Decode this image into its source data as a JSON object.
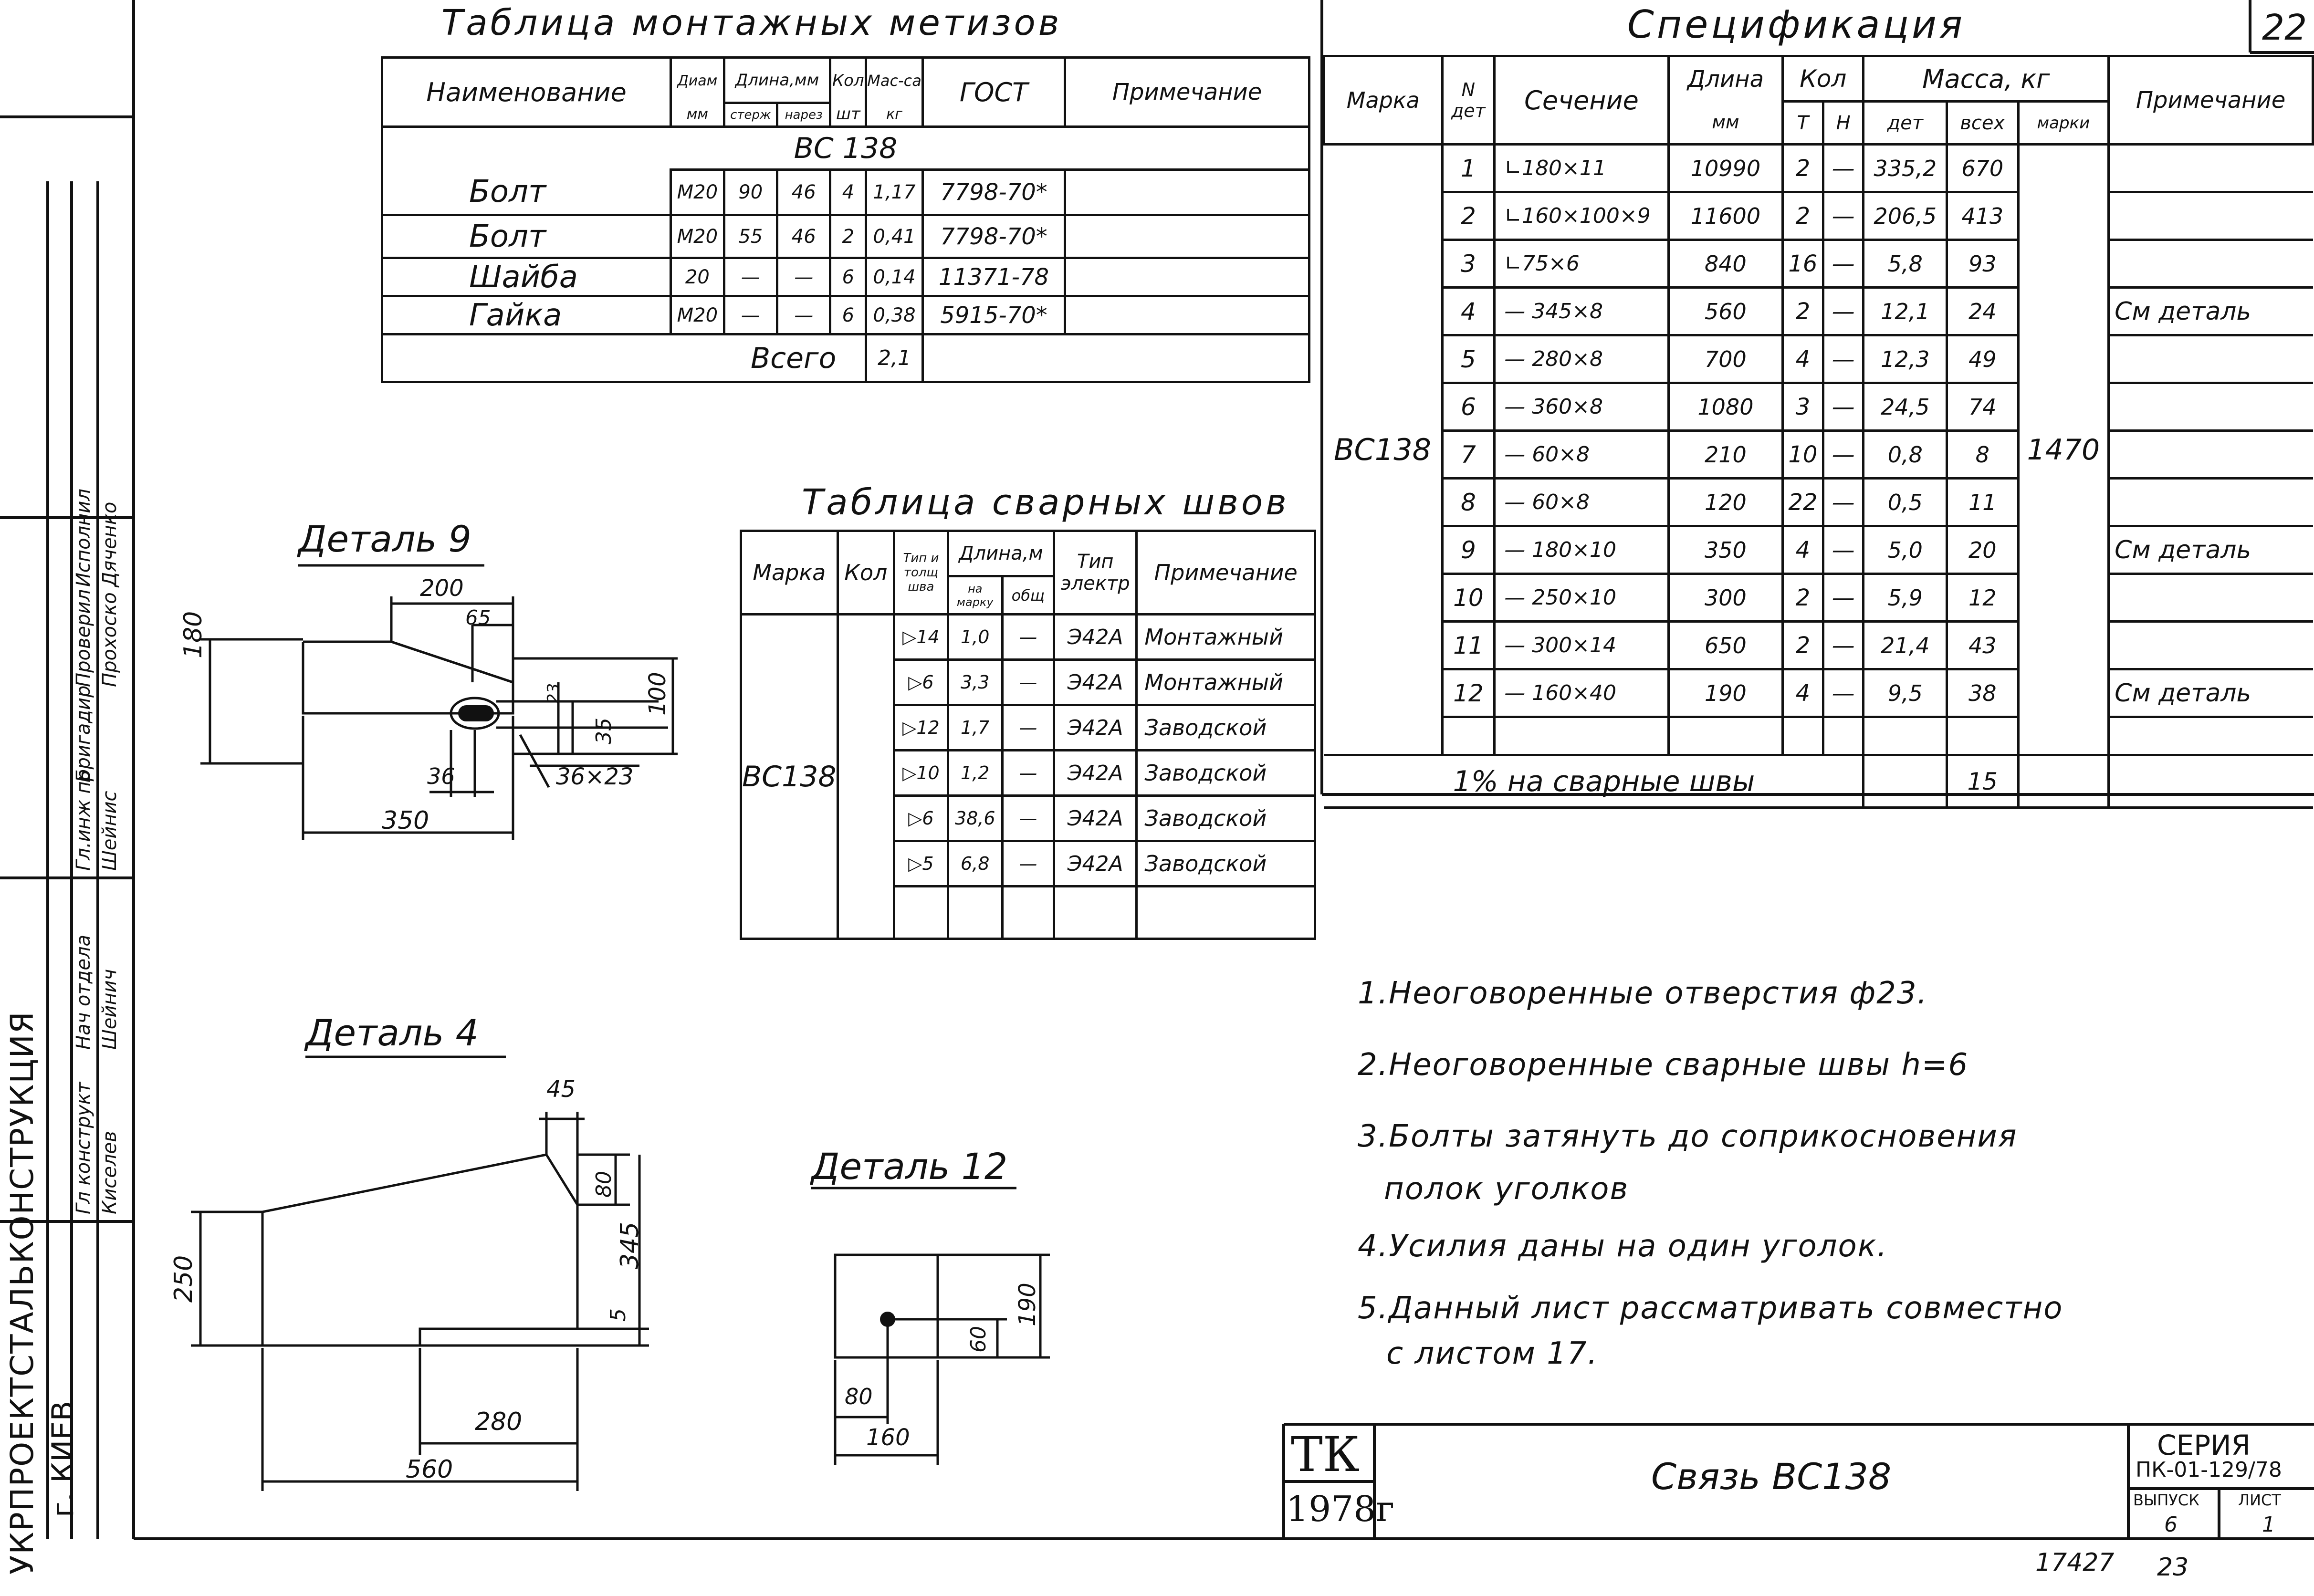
{
  "sheet_number": "22",
  "fasteners": {
    "title": "Таблица монтажных метизов",
    "headers": {
      "name": "Наименование",
      "diam": "Диам",
      "diam_unit": "мм",
      "length": "Длина,мм",
      "rod": "стерж",
      "thread": "нарез",
      "qty": "Кол",
      "qty_unit": "шт",
      "mass": "Мас-са",
      "mass_unit": "кг",
      "gost": "ГОСТ",
      "note": "Примечание"
    },
    "group": "ВС 138",
    "rows": [
      {
        "name": "Болт",
        "diam": "М20",
        "rod": "90",
        "thread": "46",
        "qty": "4",
        "mass": "1,17",
        "gost": "7798-70*"
      },
      {
        "name": "Болт",
        "diam": "М20",
        "rod": "55",
        "thread": "46",
        "qty": "2",
        "mass": "0,41",
        "gost": "7798-70*"
      },
      {
        "name": "Шайба",
        "diam": "20",
        "rod": "—",
        "thread": "—",
        "qty": "6",
        "mass": "0,14",
        "gost": "11371-78"
      },
      {
        "name": "Гайка",
        "diam": "М20",
        "rod": "—",
        "thread": "—",
        "qty": "6",
        "mass": "0,38",
        "gost": "5915-70*"
      }
    ],
    "total_label": "Всего",
    "total_value": "2,1"
  },
  "welds": {
    "title": "Таблица сварных швов",
    "headers": {
      "mark": "Марка",
      "qty": "Кол",
      "type": "Тип и толщ шва",
      "length": "Длина,м",
      "per_mark": "на марку",
      "total": "общ",
      "electrode": "Тип электр",
      "note": "Примечание"
    },
    "mark": "ВС138",
    "rows": [
      {
        "type": "▷14",
        "per_mark": "1,0",
        "total": "—",
        "electrode": "Э42А",
        "note": "Монтажный"
      },
      {
        "type": "▷6",
        "per_mark": "3,3",
        "total": "—",
        "electrode": "Э42А",
        "note": "Монтажный"
      },
      {
        "type": "▷12",
        "per_mark": "1,7",
        "total": "—",
        "electrode": "Э42А",
        "note": "Заводской"
      },
      {
        "type": "▷10",
        "per_mark": "1,2",
        "total": "—",
        "electrode": "Э42А",
        "note": "Заводской"
      },
      {
        "type": "▷6",
        "per_mark": "38,6",
        "total": "—",
        "electrode": "Э42А",
        "note": "Заводской"
      },
      {
        "type": "▷5",
        "per_mark": "6,8",
        "total": "—",
        "electrode": "Э42А",
        "note": "Заводской"
      }
    ]
  },
  "spec": {
    "title": "Спецификация",
    "headers": {
      "mark": "Марка",
      "det": "N дет",
      "section": "Сечение",
      "length": "Длина",
      "length_unit": "мм",
      "qty": "Кол",
      "t": "Т",
      "n": "Н",
      "mass": "Масса, кг",
      "m_det": "дет",
      "m_all": "всех",
      "m_mark": "марки",
      "note": "Примечание"
    },
    "mark": "ВС138",
    "mark_mass": "1470",
    "rows": [
      {
        "det": "1",
        "section": "∟180×11",
        "length": "10990",
        "t": "2",
        "n": "—",
        "m_det": "335,2",
        "m_all": "670",
        "note": ""
      },
      {
        "det": "2",
        "section": "∟160×100×9",
        "length": "11600",
        "t": "2",
        "n": "—",
        "m_det": "206,5",
        "m_all": "413",
        "note": ""
      },
      {
        "det": "3",
        "section": "∟75×6",
        "length": "840",
        "t": "16",
        "n": "—",
        "m_det": "5,8",
        "m_all": "93",
        "note": ""
      },
      {
        "det": "4",
        "section": "— 345×8",
        "length": "560",
        "t": "2",
        "n": "—",
        "m_det": "12,1",
        "m_all": "24",
        "note": "См деталь"
      },
      {
        "det": "5",
        "section": "— 280×8",
        "length": "700",
        "t": "4",
        "n": "—",
        "m_det": "12,3",
        "m_all": "49",
        "note": ""
      },
      {
        "det": "6",
        "section": "— 360×8",
        "length": "1080",
        "t": "3",
        "n": "—",
        "m_det": "24,5",
        "m_all": "74",
        "note": ""
      },
      {
        "det": "7",
        "section": "— 60×8",
        "length": "210",
        "t": "10",
        "n": "—",
        "m_det": "0,8",
        "m_all": "8",
        "note": ""
      },
      {
        "det": "8",
        "section": "— 60×8",
        "length": "120",
        "t": "22",
        "n": "—",
        "m_det": "0,5",
        "m_all": "11",
        "note": ""
      },
      {
        "det": "9",
        "section": "— 180×10",
        "length": "350",
        "t": "4",
        "n": "—",
        "m_det": "5,0",
        "m_all": "20",
        "note": "См деталь"
      },
      {
        "det": "10",
        "section": "— 250×10",
        "length": "300",
        "t": "2",
        "n": "—",
        "m_det": "5,9",
        "m_all": "12",
        "note": ""
      },
      {
        "det": "11",
        "section": "— 300×14",
        "length": "650",
        "t": "2",
        "n": "—",
        "m_det": "21,4",
        "m_all": "43",
        "note": ""
      },
      {
        "det": "12",
        "section": "— 160×40",
        "length": "190",
        "t": "4",
        "n": "—",
        "m_det": "9,5",
        "m_all": "38",
        "note": "См деталь"
      }
    ],
    "welds_label": "1% на сварные швы",
    "welds_value": "15"
  },
  "details": {
    "d9": {
      "title": "Деталь 9",
      "dims": {
        "w": "350",
        "h": "180",
        "top": "200",
        "d65": "65",
        "d23": "23",
        "d35": "35",
        "d100": "100",
        "d36": "36",
        "hole": "36×23"
      }
    },
    "d4": {
      "title": "Деталь 4",
      "dims": {
        "d45": "45",
        "d80": "80",
        "h345": "345",
        "h250": "250",
        "d5": "5",
        "w280": "280",
        "w560": "560"
      }
    },
    "d12": {
      "title": "Деталь 12",
      "dims": {
        "h190": "190",
        "d60": "60",
        "d80": "80",
        "w160": "160"
      }
    }
  },
  "notes": [
    "1.Неоговоренные отверстия ф23.",
    "2.Неоговоренные сварные швы h=6",
    "3.Болты затянуть до соприкосновения",
    "полок уголков",
    "4.Усилия даны на один уголок.",
    "5.Данный лист рассматривать совместно",
    "с листом 17."
  ],
  "titleblock": {
    "tk": "ТК",
    "year": "1978г",
    "title": "Связь ВС138",
    "series_label": "СЕРИЯ",
    "series": "ПК-01-129/78",
    "issue_label": "ВЫПУСК",
    "issue": "6",
    "sheet_label": "ЛИСТ",
    "sheet": "1",
    "bottom_left": "17427",
    "bottom_right": "23"
  },
  "side_stamp": {
    "org": "УКРПРОЕКТСТАЛЬКОНСТРУКЦИЯ",
    "city": "г. КИЕВ",
    "roles": [
      "Гл конструкт",
      "Нач отдела",
      "Гл.инж пр",
      "Бригадир",
      "Проверил",
      "Исполнил"
    ],
    "names": [
      "Киселев",
      "Шейнич",
      "Шейнис",
      "",
      "Прохоско",
      "Дяченко"
    ]
  }
}
